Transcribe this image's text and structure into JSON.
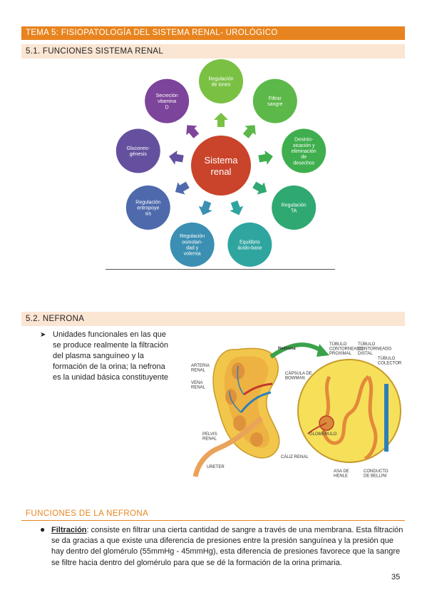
{
  "header": {
    "topic": "TEMA 5: FISIOPATOLOGÍA DEL SISTEMA RENAL- UROLÓGICO"
  },
  "section1": {
    "title": "5.1. FUNCIONES SISTEMA RENAL",
    "diagram": {
      "center": [
        "Sistema",
        "renal"
      ],
      "nodes": [
        {
          "lines": [
            "Regulación",
            "de iones"
          ],
          "color": "#7ac143"
        },
        {
          "lines": [
            "Filtrar",
            "sangre"
          ],
          "color": "#5db84a"
        },
        {
          "lines": [
            "Desinto-",
            "xicación y",
            "eliminación",
            "de",
            "desechos"
          ],
          "color": "#3fae4e"
        },
        {
          "lines": [
            "Regulación",
            "TA"
          ],
          "color": "#2fa871"
        },
        {
          "lines": [
            "Equilibrio",
            "ácido-base"
          ],
          "color": "#2fa5a0"
        },
        {
          "lines": [
            "Regulación",
            "osmolari-",
            "dad y",
            "volemia"
          ],
          "color": "#3a8fb2"
        },
        {
          "lines": [
            "Regulación",
            "eritropoye",
            "sis"
          ],
          "color": "#4e6aac"
        },
        {
          "lines": [
            "Gluconeo-",
            "génesis"
          ],
          "color": "#65509f"
        },
        {
          "lines": [
            "Secreción",
            "vitamina",
            "D"
          ],
          "color": "#7d449b"
        }
      ]
    }
  },
  "section2": {
    "title": "5.2. NEFRONA",
    "bullet": "Unidades funcionales en las que se produce realmente la filtración del plasma sanguíneo y la formación de la orina; la nefrona es la unidad básica constituyente",
    "figure_labels": {
      "arteria": [
        "ARTERIA",
        "RENAL"
      ],
      "vena": [
        "VENA",
        "RENAL"
      ],
      "pelvis": [
        "PELVIS",
        "RENAL"
      ],
      "ureter": "URETER",
      "caliz": "CÁLIZ RENAL",
      "nefrona": "Nefrona",
      "capsula": [
        "CÁPSULA DE",
        "BOWMAN"
      ],
      "glomerulo": "GLOMÉRULO",
      "tubulo_prox": [
        "TÚBULO",
        "CONTORNEADO",
        "PROXIMAL"
      ],
      "tubulo_dist": [
        "TÚBULO",
        "CONTORNEADO",
        "DISTAL"
      ],
      "tubulo_col": [
        "TÚBULO",
        "COLECTOR"
      ],
      "asa": [
        "ASA DE",
        "HENLE"
      ],
      "conducto": [
        "CONDUCTO",
        "DE BELLINI"
      ]
    }
  },
  "subsection": {
    "title": "FUNCIONES DE LA NEFRONA",
    "term": "Filtración",
    "text": ": consiste en filtrar una cierta cantidad de sangre a través de una membrana. Esta filtración se da gracias a que existe una diferencia de presiones entre la presión sanguínea y la presión que hay dentro del glomérulo (55mmHg - 45mmHg), esta diferencia de presiones favorece que la sangre se filtre hacia dentro del glomérulo para que se dé la formación de la orina primaria."
  },
  "page_number": "35"
}
